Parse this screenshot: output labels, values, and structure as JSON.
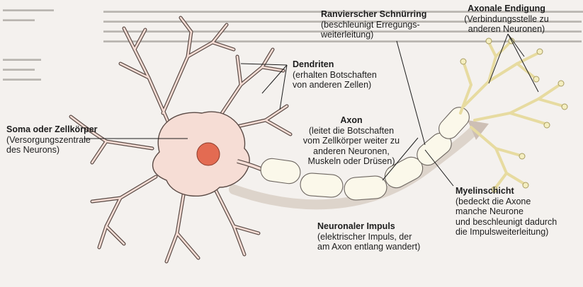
{
  "labels": {
    "soma": {
      "title": "Soma oder Zellkörper",
      "desc": [
        "(Versorgungszentrale",
        "des Neurons)"
      ]
    },
    "dendriten": {
      "title": "Dendriten",
      "desc": [
        "(erhalten Botschaften",
        "von anderen Zellen)"
      ]
    },
    "ranvier": {
      "title": "Ranvierscher Schnürring",
      "desc": [
        "(beschleunigt Erregungs-",
        "weiterleitung)"
      ]
    },
    "axonal": {
      "title": "Axonale Endigung",
      "desc": [
        "(Verbindungsstelle zu",
        "anderen Neuronen)"
      ]
    },
    "axon": {
      "title": "Axon",
      "desc": [
        "(leitet die Botschaften",
        "vom Zellkörper weiter zu",
        "anderen Neuronen,",
        "Muskeln oder Drüsen)"
      ]
    },
    "myelin": {
      "title": "Myelinschicht",
      "desc": [
        "(bedeckt die Axone",
        "manche Neurone",
        "und beschleunigt dadurch",
        "die Impulsweiterleitung)"
      ]
    },
    "impuls": {
      "title": "Neuronaler Impuls",
      "desc": [
        "(elektrischer Impuls, der",
        "am Axon entlang wandert)"
      ]
    }
  },
  "colors": {
    "cell": "#f6ddd5",
    "cell_stroke": "#5a4a45",
    "nucleus": "#e36b52",
    "myelin": "#fbf8ea",
    "terminal": "#f4eec0",
    "impulse": "#cdbfb5",
    "background": "#f4f1ee"
  }
}
